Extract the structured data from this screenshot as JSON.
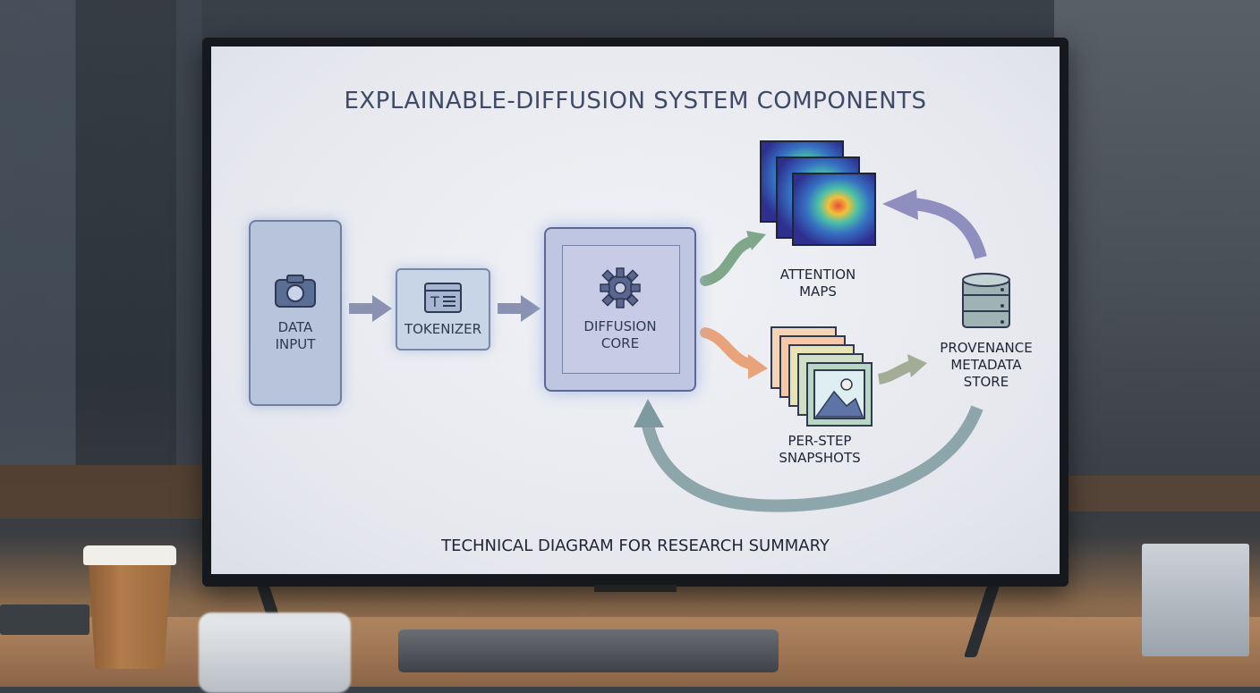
{
  "diagram": {
    "title": "EXPLAINABLE-DIFFUSION SYSTEM COMPONENTS",
    "footer": "TECHNICAL DIAGRAM FOR RESEARCH SUMMARY",
    "nodes": {
      "data_input": {
        "line1": "DATA",
        "line2": "INPUT",
        "icon": "camera-icon"
      },
      "tokenizer": {
        "label": "TOKENIZER",
        "icon": "text-token-icon"
      },
      "diffusion_core": {
        "line1": "DIFFUSION",
        "line2": "CORE",
        "icon": "gear-icon"
      },
      "attention_maps": {
        "line1": "ATTENTION",
        "line2": "MAPS",
        "icon": "heatmap-stack-icon"
      },
      "per_step_snapshots": {
        "line1": "PER-STEP",
        "line2": "SNAPSHOTS",
        "icon": "image-stack-icon"
      },
      "provenance_store": {
        "line1": "PROVENANCE",
        "line2": "METADATA",
        "line3": "STORE",
        "icon": "database-icon"
      }
    },
    "colors": {
      "screen_bg": "#e9ebf0",
      "title_text": "#3e4a66",
      "arrow_flow": "#8a92b2",
      "arrow_green": "#7fa88a",
      "arrow_orange": "#e9a37a",
      "arrow_purple": "#8f8fbf",
      "arrow_loop": "#7d9aa0"
    }
  }
}
